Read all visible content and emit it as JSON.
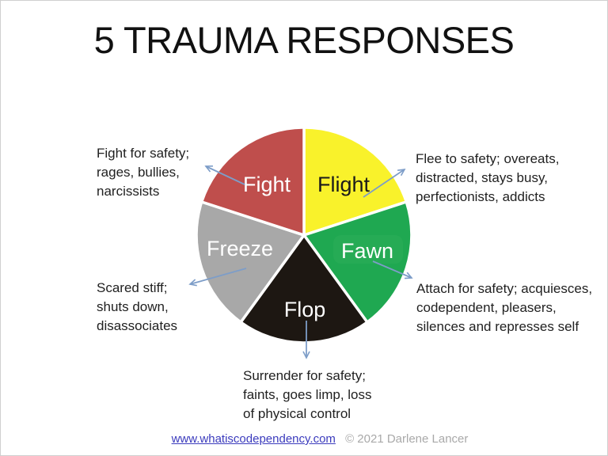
{
  "title": "5 TRAUMA RESPONSES",
  "diagram": {
    "type": "pie",
    "arrow_color": "#7d9dc8",
    "slices": [
      {
        "id": "flight",
        "label": "Flight",
        "color": "#f9f22b",
        "label_color": "#1b1b1b",
        "note": "Flee to safety; overeats,\ndistracted, stays busy,\nperfectionists, addicts"
      },
      {
        "id": "fawn",
        "label": "Fawn",
        "color": "#1fa851",
        "label_color": "#ffffff",
        "note": "Attach for safety; acquiesces,\ncodependent, pleasers,\nsilences and represses self"
      },
      {
        "id": "flop",
        "label": "Flop",
        "color": "#1d1712",
        "label_color": "#ffffff",
        "note": "Surrender for safety;\nfaints, goes limp, loss\nof physical control"
      },
      {
        "id": "freeze",
        "label": "Freeze",
        "color": "#a8a8a8",
        "label_color": "#ffffff",
        "note": "Scared stiff;\nshuts down,\ndisassociates"
      },
      {
        "id": "fight",
        "label": "Fight",
        "color": "#bf4e4c",
        "label_color": "#ffffff",
        "note": "Fight for safety;\nrages, bullies,\nnarcissists"
      }
    ],
    "fawn_highlight_color": "#2eb05c"
  },
  "footer": {
    "link": "www.whatiscodependency.com",
    "link_color": "#3b3bbd",
    "copyright": "© 2021 Darlene Lancer",
    "copyright_color": "#a9a9a9"
  }
}
